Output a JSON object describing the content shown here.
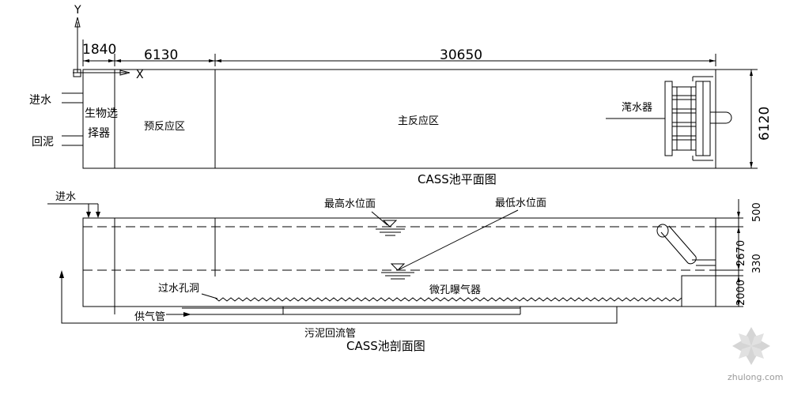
{
  "axes": {
    "y": "Y",
    "x": "X"
  },
  "plan": {
    "dims": {
      "d1": "1840",
      "d2": "6130",
      "d3": "30650",
      "width": "6120"
    },
    "labels": {
      "inflow": "进水",
      "return_sludge": "回泥",
      "selector_line1": "生物选",
      "selector_line2": "择器",
      "pre_reaction": "预反应区",
      "main_reaction": "主反应区",
      "decanter": "滗水器"
    },
    "title": "CASS池平面图"
  },
  "section": {
    "labels": {
      "inflow": "进水",
      "max_level": "最高水位面",
      "min_level": "最低水位面",
      "holes": "过水孔洞",
      "aerator": "微孔曝气器",
      "air_pipe": "供气管",
      "sludge_return_pipe": "污泥回流管"
    },
    "dims": {
      "d500": "500",
      "d2670": "2670",
      "d330": "330",
      "d2000": "2000"
    },
    "title": "CASS池剖面图"
  },
  "watermark": "zhulong.com"
}
